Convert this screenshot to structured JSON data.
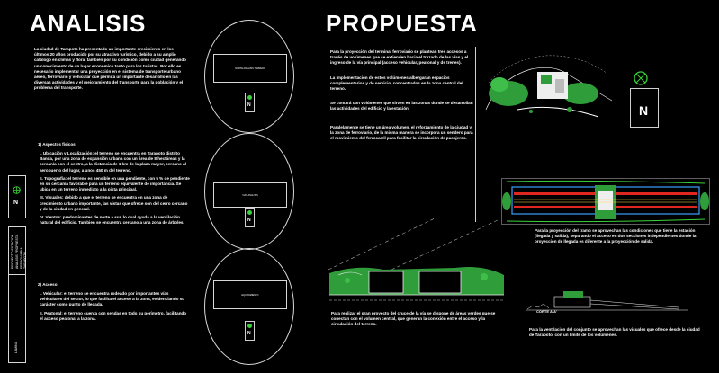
{
  "left": {
    "title": "ANALISIS",
    "intro": "La ciudad de Tarapoto ha presentado un importante crecimiento en los últimos 20 años producido por su atractivo turístico, debido a su amplio catálogo en climas y flora, también por su condición como ciudad generando un conocimiento de un lugar económico tanto para los turistas. Por ello es necesario implementar una proyección en el sistema de transporte urbano aéreo, ferroviario y vehicular que permita un importante desarrollo en las diversas actividades y el mejoramiento del transporte para la población y el problema del transporte.",
    "section1_heading": "1) Aspectos físicos",
    "section1_items": [
      "I. Ubicación y Localización: el terreno se encuentra en Tarapoto distrito Banda, por una zona de expansión urbana con un área de 8 hectáreas y la cercanía con el centro, a la distancia de 1 km de la plaza mayor, cercano al aeropuerto del lugar, a unos 450 m del terreno.",
      "II. Topografía: el terreno es sensible en una pendiente, con 5 % de pendiente en su cercanía favorable para un terreno equivalente de importancia. Se ubica en un terreno inmediato a la pista principal.",
      "III. Visuales: debido a que el terreno se encuentra en una zona de crecimiento urbano importante, las vistas que ofrece son del cerro cercano y de la ciudad en general.",
      "IV. Vientos: predominantes de norte a sur, lo cual ayuda a la ventilación natural del edificio. Tambien se encuentra cercano a una zona de árboles."
    ],
    "section2_heading": "2) Acceso:",
    "section2_items": [
      "I. Vehicular: el terreno se encuentra rodeado por importantes vías vehiculares del sector, lo que facilita el acceso a la zona, evidenciando su carácter como punto de llegada.",
      "II. Peatonal: el terreno cuenta con sendas en todo su perímetro, facilitando el acceso peatonal a la zona."
    ],
    "circles": [
      {
        "label": "NORTE ANALISIS TERRENO",
        "north": "N"
      },
      {
        "label": "VIAS ANALISIS",
        "north": "N"
      },
      {
        "label": "EQUIPAMIENTO",
        "north": "N"
      }
    ],
    "sheet_north": "N",
    "sheet_tabs": [
      "PROYECTO ESTACION",
      "ANALISIS PROPUESTA",
      "FERROVIARIA TARAPOTO",
      "LAMINA"
    ]
  },
  "right": {
    "title": "PROPUESTA",
    "notes": [
      "Para la proyección del terminal ferroviario se plantean tres accesos a través de volúmenes que se extienden hacia el trazado de las vías y el ingreso de la vía principal (acceso vehicular, peatonal y de trenes).",
      "La implementación de estos volúmenes albergarán espacios complementarios y de servicio, concentrados en la zona central del terreno.",
      "Se contará con volúmenes que sirven en las zonas donde se desarrollan las actividades del edificio y la estación.",
      "Paralelamente se tiene un área volumen, el reforzamiento de la ciudad y la zona de ferroviario, de la misma manera se incorpora un sendero para el movimiento del ferrocarril para facilitar la circulación de pasajeros."
    ],
    "note_plan": "Para la proyección del tramo se aprovechan las condiciones que tiene la estación (llegada y salida), separando el acceso en dos secciones independientes donde la proyección de llegada es diferente a la proyección de salida.",
    "note_section": "Para realizar el gran proyecto del cruce de la vía se dispone de áreas verdes que se conectan con el volumen central, que generan la conexión entre el acceso y la circulación del terreno.",
    "note_elevation": "Para la ventilación del conjunto se aprovechan las visuales que ofrece desde la ciudad de Tarapoto, con un límite de los volúmenes.",
    "section_caption": "CORTE A-A'",
    "north": "N"
  }
}
